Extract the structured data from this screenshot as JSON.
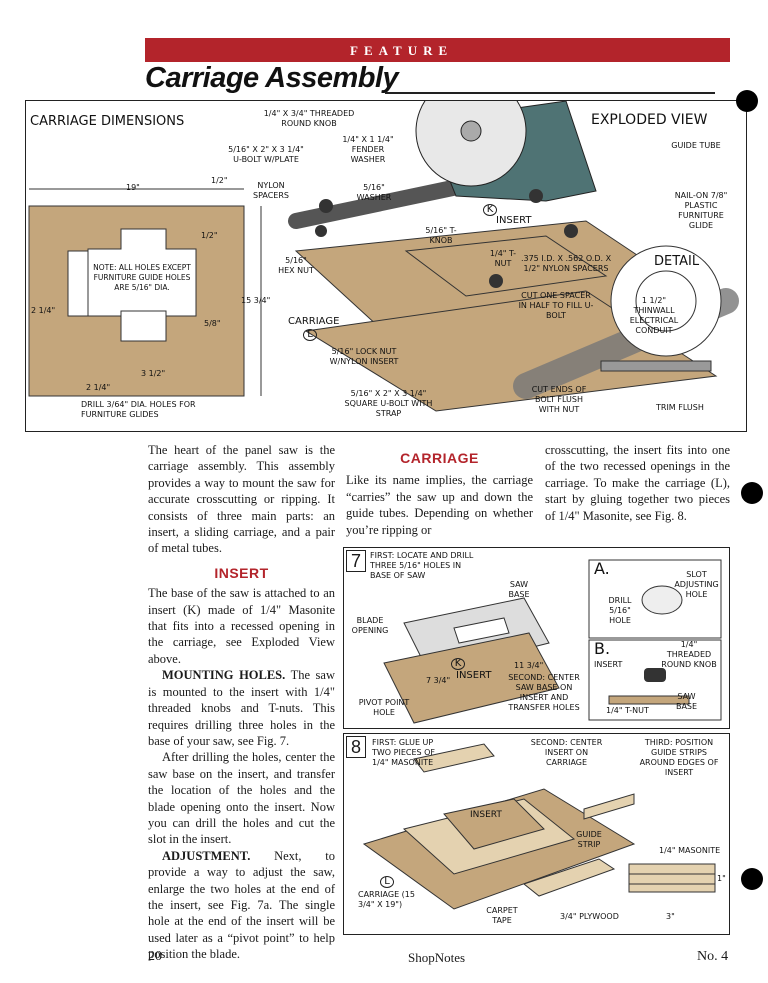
{
  "header": {
    "feature": "FEATURE",
    "title": "Carriage Assembly"
  },
  "hero": {
    "carriage_dimensions": "CARRIAGE DIMENSIONS",
    "exploded_view": "EXPLODED VIEW",
    "detail": "DETAIL",
    "note": "NOTE: ALL HOLES EXCEPT FURNITURE GUIDE HOLES ARE 5/16\" DIA.",
    "dims": {
      "d19": "19\"",
      "d12a": "1/2\"",
      "d12b": "1/2\"",
      "d1534": "15 3/4\"",
      "d214a": "2 1/4\"",
      "d214b": "2 1/4\"",
      "d58": "5/8\"",
      "d312": "3 1/2\""
    },
    "drill_note": "DRILL 3/64\" DIA. HOLES FOR FURNITURE GLIDES",
    "callouts": {
      "threaded_knob": "1/4\" x 3/4\" THREADED ROUND KNOB",
      "fender_washer": "1/4\" x 1 1/4\" FENDER WASHER",
      "ubolt_plate": "5/16\" x 2\" x 3 1/4\" U-BOLT w/PLATE",
      "nylon_spacers": "NYLON SPACERS",
      "washer": "5/16\" WASHER",
      "hex_nut": "5/16\" HEX NUT",
      "tknob": "5/16\" T-KNOB",
      "tnut": "1/4\" T-NUT",
      "insert": "INSERT",
      "insert_letter": "K",
      "carriage": "CARRIAGE",
      "carriage_letter": "L",
      "lock_nut": "5/16\" LOCK NUT w/NYLON INSERT",
      "square_ubolt": "5/16\" x 2\" x 3 1/4\" SQUARE U-BOLT WITH STRAP",
      "guide_tube": "GUIDE TUBE",
      "furniture_glide": "NAIL-ON 7/8\" PLASTIC FURNITURE GLIDE",
      "nylon_detail": ".375 I.D. x .562 O.D. x 1/2\" NYLON SPACERS",
      "cut_one": "CUT ONE SPACER IN HALF TO FILL U-BOLT",
      "conduit": "1 1/2\" THINWALL ELECTRICAL CONDUIT",
      "cut_ends": "CUT ENDS OF BOLT FLUSH WITH NUT",
      "trim_flush": "TRIM FLUSH"
    }
  },
  "col1": {
    "intro": "The heart of the panel saw is the carriage assembly. This assembly provides a way to mount the saw for accurate crosscutting or ripping. It consists of three main parts: an insert, a sliding carriage, and a pair of metal tubes.",
    "insert_heading": "INSERT",
    "insert_p1": "The base of the saw is attached to an insert (K) made of 1/4\" Masonite that fits into a recessed opening in the carriage, see Exploded View above.",
    "mounting_lead": "MOUNTING HOLES.",
    "mounting_body": " The saw is mounted to the insert with 1/4\" threaded knobs and T-nuts. This requires drilling three holes in the base of your saw, see Fig. 7.",
    "after_p": "After drilling the holes, center the saw base on the insert, and transfer the location of the holes and the blade opening onto the insert. Now you can drill the holes and cut the slot in the insert.",
    "adjust_lead": "ADJUSTMENT.",
    "adjust_body": " Next, to provide a way to adjust the saw, enlarge the two holes at the end of the insert, see Fig. 7a. The single hole at the end of the insert will be used later as a “pivot point” to help position the blade."
  },
  "col2": {
    "carriage_heading": "CARRIAGE",
    "carriage_p": "Like its name implies, the carriage “carries” the saw up and down the guide tubes. Depending on whether you’re ripping or"
  },
  "col3": {
    "text": "crosscutting, the insert fits into one of the two recessed openings in the carriage. To make the carriage (L), start by gluing together two pieces of 1/4\" Masonite, see Fig. 8."
  },
  "fig7": {
    "num": "7",
    "first": "FIRST: LOCATE AND DRILL THREE 5/16\" HOLES IN BASE OF SAW",
    "saw_base": "SAW BASE",
    "blade_opening": "BLADE OPENING",
    "insert": "INSERT",
    "insert_letter": "K",
    "d734": "7 3/4\"",
    "d1134": "11 3/4\"",
    "pivot": "PIVOT POINT HOLE",
    "second": "SECOND: CENTER SAW BASE ON INSERT AND TRANSFER HOLES",
    "a_label": "a.",
    "slot": "SLOT ADJUSTING HOLE",
    "drill": "DRILL 5/16\" HOLE",
    "b_label": "b.",
    "b_knob": "1/4\" THREADED ROUND KNOB",
    "b_insert": "INSERT",
    "b_tnut": "1/4\" T-NUT",
    "b_saw": "SAW BASE"
  },
  "fig8": {
    "num": "8",
    "first": "FIRST: GLUE UP TWO PIECES OF 1/4\" MASONITE",
    "second": "SECOND: CENTER INSERT ON CARRIAGE",
    "third": "THIRD: POSITION GUIDE STRIPS AROUND EDGES OF INSERT",
    "insert": "INSERT",
    "guide_strip": "GUIDE STRIP",
    "masonite": "1/4\" MASONITE",
    "carriage": "CARRIAGE (15 3/4\" x 19\")",
    "carriage_letter": "L",
    "carpet": "CARPET TAPE",
    "plywood": "3/4\" PLYWOOD",
    "d1": "1\"",
    "d3": "3\""
  },
  "footer": {
    "page": "20",
    "mag": "ShopNotes",
    "issue": "No. 4"
  },
  "colors": {
    "accent": "#b3242b",
    "masonite": "#c4a67c",
    "saw": "#4f7374"
  }
}
